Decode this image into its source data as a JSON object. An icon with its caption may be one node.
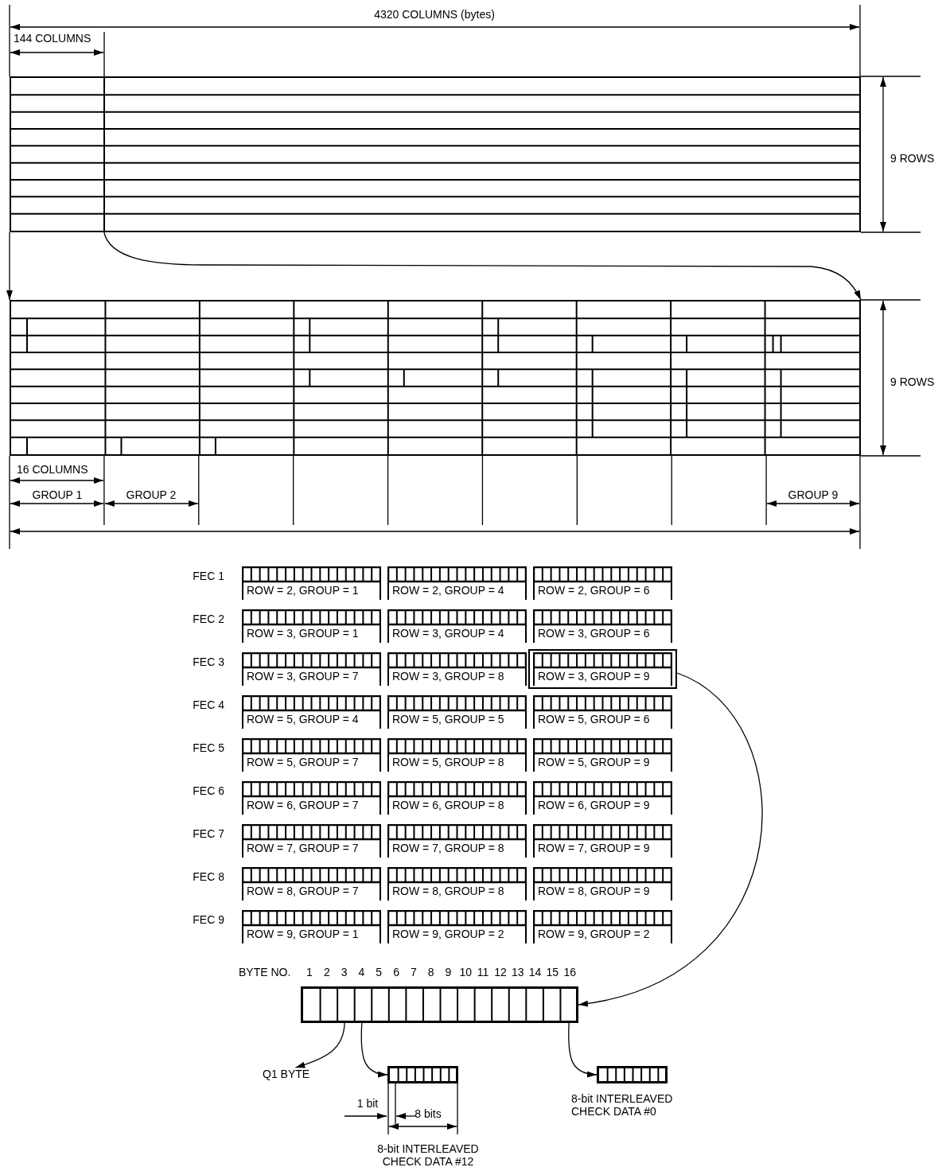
{
  "diagram": {
    "nodes": [
      {
        "text": [],
        "shape": "box"
      },
      {
        "text": [],
        "shape": "box"
      },
      {
        "text": [
          "ROW = 2, GROUP = 1"
        ]
      },
      {
        "text": [
          "ROW = 2, GROUP = 4"
        ]
      },
      {
        "text": [
          "ROW = 2, GROUP = 6"
        ]
      },
      {
        "text": [
          "ROW = 3, GROUP = 1"
        ]
      },
      {
        "text": [
          "ROW = 3, GROUP = 4"
        ]
      },
      {
        "text": [
          "ROW = 3, GROUP = 6"
        ]
      },
      {
        "text": [
          "ROW = 3, GROUP = 7"
        ]
      },
      {
        "text": [
          "ROW = 3, GROUP = 8"
        ]
      },
      {
        "text": [
          "ROW = 3, GROUP = 9"
        ]
      },
      {
        "text": [
          "ROW = 5, GROUP = 4"
        ]
      },
      {
        "text": [
          "ROW = 5, GROUP = 5"
        ]
      },
      {
        "text": [
          "ROW = 5, GROUP = 6"
        ]
      },
      {
        "text": [
          "ROW = 5, GROUP = 7"
        ]
      },
      {
        "text": [
          "ROW = 5, GROUP = 8"
        ]
      },
      {
        "text": [
          "ROW = 5, GROUP = 9"
        ]
      },
      {
        "text": [
          "ROW = 6, GROUP = 7"
        ]
      },
      {
        "text": [
          "ROW = 6, GROUP = 8"
        ]
      },
      {
        "text": [
          "ROW = 6, GROUP = 9"
        ]
      },
      {
        "text": [
          "ROW = 7, GROUP = 7"
        ]
      },
      {
        "text": [
          "ROW = 7, GROUP = 8"
        ]
      },
      {
        "text": [
          "ROW = 7, GROUP = 9"
        ]
      },
      {
        "text": [
          "ROW = 8, GROUP = 7"
        ]
      },
      {
        "text": [
          "ROW = 8, GROUP = 8"
        ]
      },
      {
        "text": [
          "ROW = 8, GROUP = 9"
        ]
      },
      {
        "text": [
          "ROW = 9, GROUP = 1"
        ]
      },
      {
        "text": [
          "ROW = 9, GROUP = 2"
        ]
      },
      {
        "text": [
          "ROW = 9, GROUP = 2"
        ]
      },
      {
        "text": [],
        "shape": "bar"
      },
      {
        "text": [
          "Q1 BYTE"
        ]
      },
      {
        "text": [],
        "shape": "bar"
      },
      {
        "text": [],
        "shape": "bar",
        "beside": [
          "8-bit INTERLEAVED CHECK DATA #0"
        ]
      }
    ],
    "edges": [
      {
        "from": 0,
        "to": 1,
        "arrow": "to"
      },
      {
        "from": 0,
        "to": 1,
        "arrow": "to"
      },
      {
        "from": 10,
        "to": 29,
        "arrow": "to"
      },
      {
        "from": 29,
        "to": 30,
        "arrow": "to"
      },
      {
        "from": 29,
        "to": 31,
        "arrow": "to"
      },
      {
        "from": 29,
        "to": 32,
        "arrow": "to"
      }
    ],
    "labels": [
      "4320 COLUMNS (bytes)",
      "144 COLUMNS",
      "9 ROWS",
      "9 ROWS",
      "16 COLUMNS",
      "GROUP 1",
      "GROUP 2",
      "GROUP 9",
      "FEC 1",
      "FEC 2",
      "FEC 3",
      "FEC 4",
      "FEC 5",
      "FEC 6",
      "FEC 7",
      "FEC 8",
      "FEC 9",
      "BYTE NO.",
      "1",
      "2",
      "3",
      "4",
      "5",
      "6",
      "7",
      "8",
      "9",
      "10",
      "11",
      "12",
      "13",
      "14",
      "15",
      "16",
      "1 bit",
      "8 bits",
      "8-bit INTERLEAVED CHECK DATA #12"
    ]
  }
}
